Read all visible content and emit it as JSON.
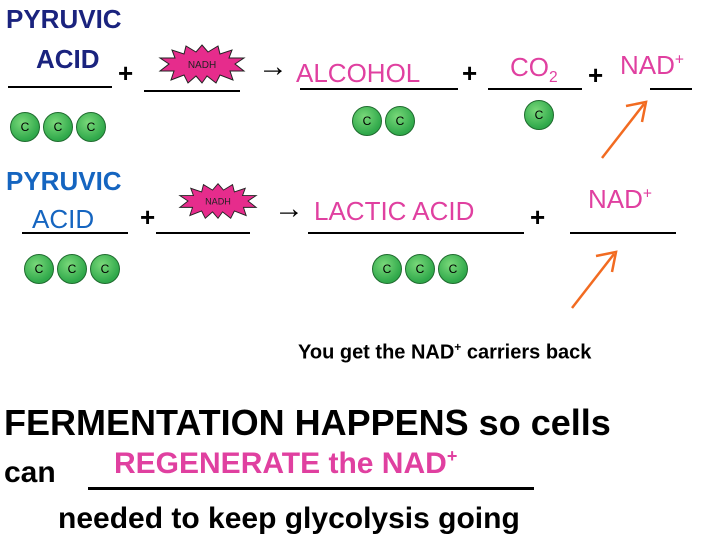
{
  "row1": {
    "reactant": [
      "PYRUVIC",
      "ACID"
    ],
    "nadh_label": "NADH",
    "product1": "ALCOHOL",
    "product2": "CO",
    "product2_sub": "2",
    "product3": "NAD",
    "product3_sup": "+",
    "carbon_label": "C"
  },
  "row2": {
    "reactant": [
      "PYRUVIC",
      "ACID"
    ],
    "nadh_label": "NADH",
    "product1": "LACTIC ACID",
    "product2": "NAD",
    "product2_sup": "+",
    "carbon_label": "C"
  },
  "plus_sign": "+",
  "arrow_symbol": "→",
  "note": {
    "text_before": "You get the NAD",
    "sup": "+",
    "text_after": " carriers back"
  },
  "bottom": {
    "line1": "FERMENTATION HAPPENS so cells",
    "line2_prefix": "can",
    "line2_answer": "REGENERATE the NAD",
    "line2_answer_sup": "+",
    "line3": "needed to keep glycolysis going"
  },
  "colors": {
    "navy": "#1a237e",
    "blue": "#1565c0",
    "magenta": "#e040a0",
    "carbon_green": "#2fa84a",
    "nadh_burst": "#e62c8c",
    "orange_arrow": "#f26b21"
  }
}
